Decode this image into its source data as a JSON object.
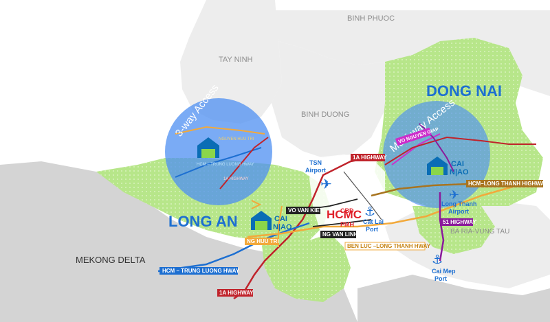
{
  "regions": {
    "binh_phuoc": "BINH PHUOC",
    "tay_ninh": "TAY NINH",
    "binh_duong": "BINH DUONG",
    "dong_nai": "DONG NAI",
    "long_an": "LONG AN",
    "mekong_delta": "MEKONG DELTA",
    "ba_ria_vung_tau": "BA RIA-VUNG TAU",
    "hcmc": "HCMC",
    "cbd": "CBD",
    "pmh": "PMH"
  },
  "access": {
    "three_way": "3-way Access",
    "multi_way": "Multi-way Access"
  },
  "poi": {
    "tsn_airport_line1": "TSN",
    "tsn_airport_line2": "Airport",
    "cat_lai_line1": "Cat Lai",
    "cat_lai_line2": "Port",
    "long_thanh_line1": "Long Thanh",
    "long_thanh_line2": "Airport",
    "cai_mep_line1": "Cai Mep",
    "cai_mep_line2": "Port"
  },
  "logo": {
    "line1": "CAI",
    "line2": "N|AO"
  },
  "road_tags": {
    "highway_1a_north": "1A HIGHWAY",
    "vo_nguyen_giap": "VO NGUYEN GIAP",
    "hcm_long_thanh": "HCM–LONG THANH HIGHWAY",
    "highway_51": "51 HIGHWAY",
    "ben_luc_long_thanh": "BEN LUC –LONG THANH HWAY",
    "vo_van_kiet": "VO VAN KIET",
    "ng_van_linh": "NG VAN LINH",
    "ng_huu_tri": "NG HUU TRI",
    "hcm_trung_luong": "HCM – TRUNG LUONG HWAY",
    "highway_1a_south": "1A HIGHWAY"
  },
  "inset_roads": {
    "nguyen_huu_tri": "NGUYEN HUU TRI",
    "hcm_trung_luong": "HCM – TRUNG LUONG HWAY",
    "highway_1a": "1A HIGHWAY"
  },
  "colors": {
    "green_area": "#b7e68a",
    "grey_area": "#d4d4d4",
    "light_grey": "#ededed",
    "circle": "#4d8ff2",
    "red_road": "#c0232b",
    "blue_road": "#1d6fd1",
    "orange_road": "#f2a93b",
    "purple_road": "#8a1a9b",
    "magenta": "#cc2ecb",
    "brown": "#a8741f"
  }
}
